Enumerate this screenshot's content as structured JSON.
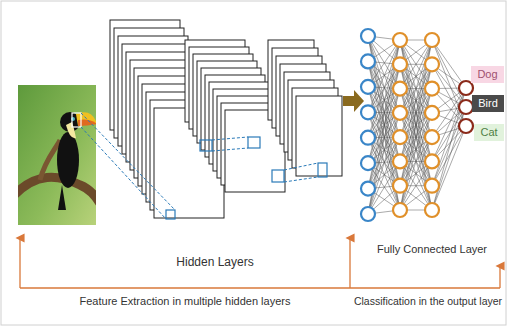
{
  "diagram": {
    "nodes": [
      {
        "text": [
          "Dog"
        ]
      },
      {
        "text": [
          "Bird"
        ]
      },
      {
        "text": [
          "Cat"
        ]
      }
    ],
    "labels": [
      "Hidden Layers",
      "Fully Connected Layer",
      "Feature Extraction in multiple hidden layers",
      "Classification in the output layer"
    ]
  }
}
